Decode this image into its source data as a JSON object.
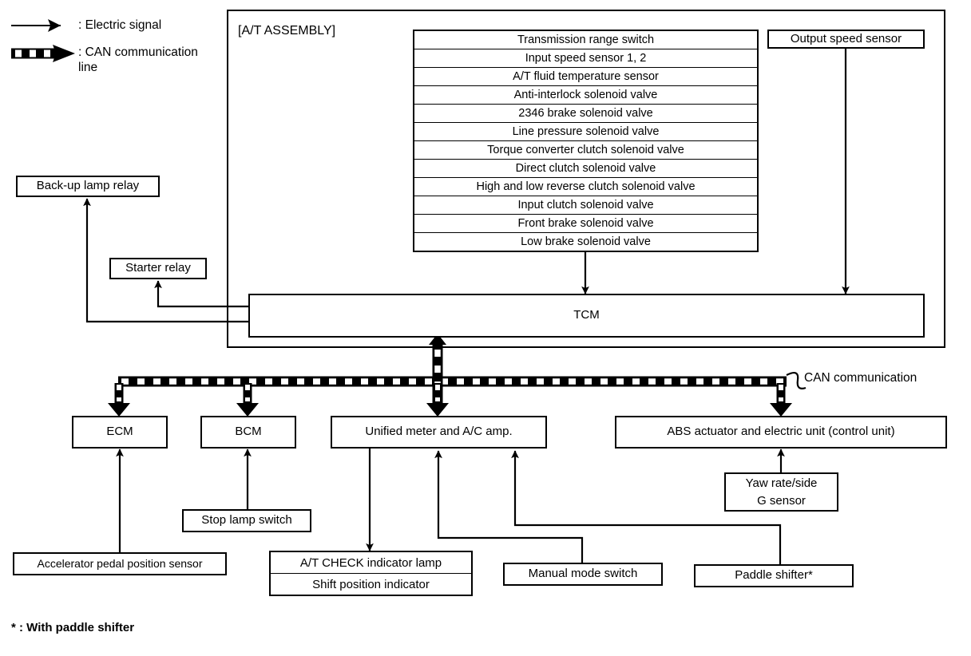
{
  "legend": {
    "electric_signal": ": Electric signal",
    "can_line": ": CAN communication\nline",
    "electric_signal_icon": "solid-arrow-icon",
    "can_line_icon": "dashed-arrow-icon"
  },
  "assembly": {
    "title": "[A/T ASSEMBLY]",
    "tcm_label": "TCM",
    "components": [
      "Transmission range switch",
      "Input speed sensor 1, 2",
      "A/T fluid temperature sensor",
      "Anti-interlock solenoid valve",
      "2346 brake solenoid valve",
      "Line pressure solenoid valve",
      "Torque converter clutch solenoid valve",
      "Direct clutch solenoid valve",
      "High and low reverse clutch solenoid valve",
      "Input clutch solenoid valve",
      "Front brake solenoid valve",
      "Low brake solenoid valve"
    ],
    "output_speed_sensor": "Output speed sensor"
  },
  "relays": {
    "backup_lamp_relay": "Back-up lamp relay",
    "starter_relay": "Starter relay"
  },
  "can_bus": {
    "label": "CAN communication",
    "nodes": [
      "ECM",
      "BCM",
      "Unified meter and A/C amp.",
      "ABS actuator and electric unit (control unit)"
    ]
  },
  "inputs": {
    "accelerator_pedal_position_sensor": "Accelerator pedal position sensor",
    "stop_lamp_switch": "Stop lamp switch",
    "at_check_indicator_lamp": "A/T CHECK indicator lamp",
    "shift_position_indicator": "Shift position indicator",
    "manual_mode_switch": "Manual mode switch",
    "paddle_shifter": "Paddle shifter*",
    "yaw_rate_side_g_sensor_line1": "Yaw rate/side",
    "yaw_rate_side_g_sensor_line2": "G sensor"
  },
  "footnote": "* : With paddle shifter",
  "colors": {
    "line": "#000000",
    "background": "#ffffff"
  }
}
